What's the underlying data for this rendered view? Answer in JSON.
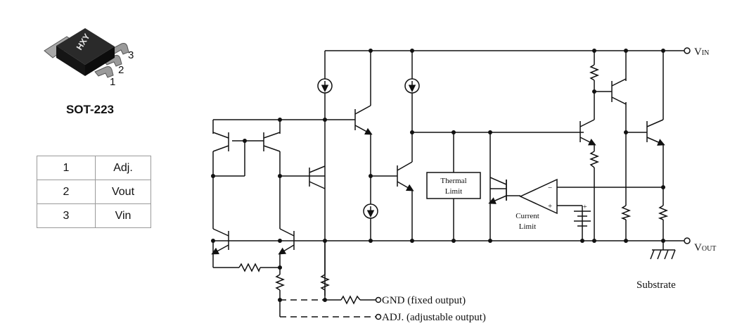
{
  "package": {
    "name": "SOT-223",
    "marking": "HXY",
    "pin_numbers": [
      "1",
      "2",
      "3"
    ]
  },
  "pin_table": {
    "rows": [
      {
        "pin": "1",
        "function": "Adj."
      },
      {
        "pin": "2",
        "function": "Vout"
      },
      {
        "pin": "3",
        "function": "Vin"
      }
    ]
  },
  "schematic": {
    "vin_label": {
      "main": "V",
      "sub": "IN"
    },
    "vout_label": {
      "main": "V",
      "sub": "OUT"
    },
    "thermal_limit": {
      "line1": "Thermal",
      "line2": "Limit"
    },
    "current_limit": {
      "line1": "Current",
      "line2": "Limit"
    },
    "gnd_label": "GND (fixed output)",
    "adj_label": "ADJ. (adjustable output)",
    "substrate_label": "Substrate"
  }
}
